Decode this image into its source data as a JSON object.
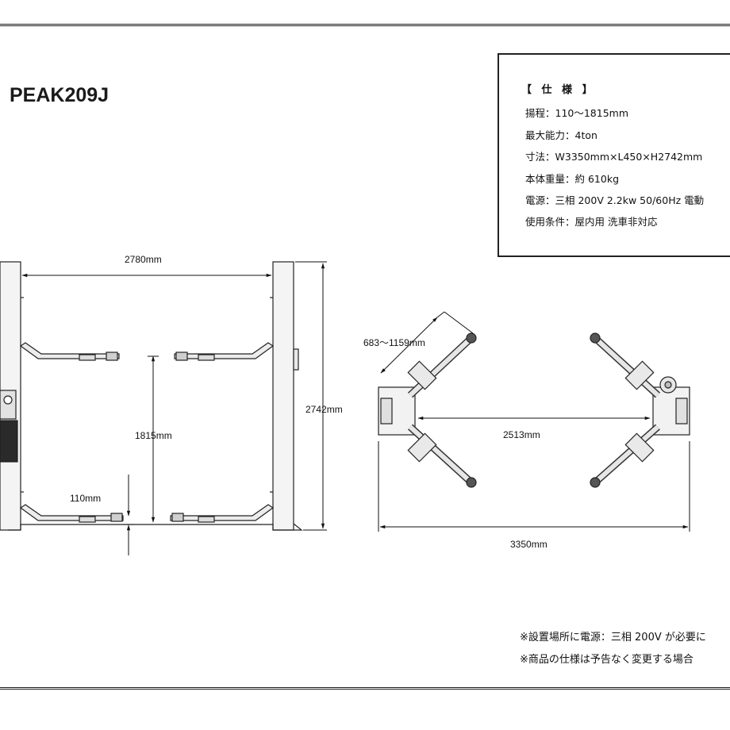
{
  "model": "PEAK209J",
  "spec": {
    "heading": "【 仕 様 】",
    "rows": [
      "揚程：110〜1815mm",
      "最大能力：4ton",
      "寸法：W3350mm×L450×H2742mm",
      "本体重量：約 610kg",
      "電源：三相 200V 2.2kw 50/60Hz 電動",
      "使用条件：屋内用 洗車非対応"
    ]
  },
  "front_view": {
    "width_label": "2780mm",
    "lift_height_label": "1815mm",
    "min_height_label": "110mm",
    "total_height_label": "2742mm"
  },
  "top_view": {
    "arm_length_label": "683〜1159mm",
    "inner_width_label": "2513mm",
    "overall_width_label": "3350mm"
  },
  "notes": [
    "※設置場所に電源：三相 200V が必要に",
    "※商品の仕様は予告なく変更する場合"
  ]
}
